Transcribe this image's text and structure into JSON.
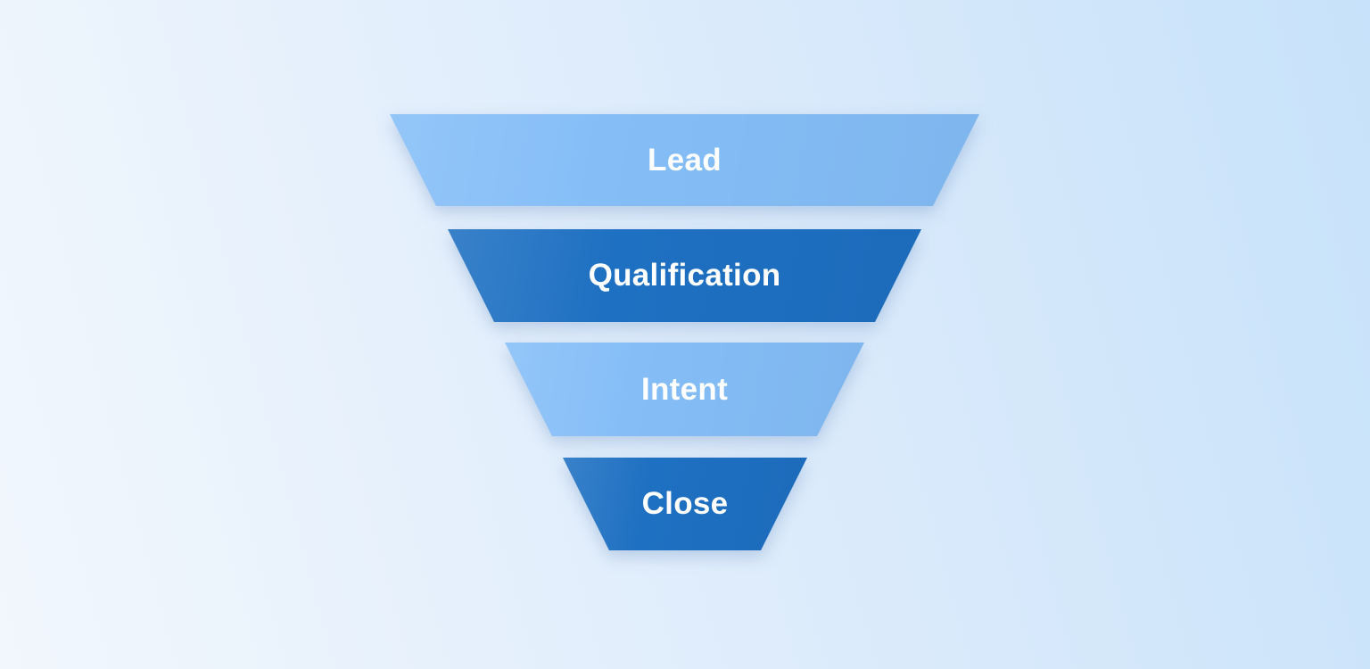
{
  "background": {
    "gradient_start": "#F2F7FD",
    "gradient_mid": "#DCEBFB",
    "gradient_end": "#C7E2FA"
  },
  "funnel": {
    "text_color": "#FFFFFF",
    "light_stage_color": "#85BEF7",
    "dark_stage_color": "#1E70C2",
    "stages": [
      {
        "id": "lead",
        "label": "Lead",
        "color": "#85BEF7"
      },
      {
        "id": "qualification",
        "label": "Qualification",
        "color": "#1E70C2"
      },
      {
        "id": "intent",
        "label": "Intent",
        "color": "#85BEF7"
      },
      {
        "id": "close",
        "label": "Close",
        "color": "#1E70C2"
      }
    ]
  }
}
